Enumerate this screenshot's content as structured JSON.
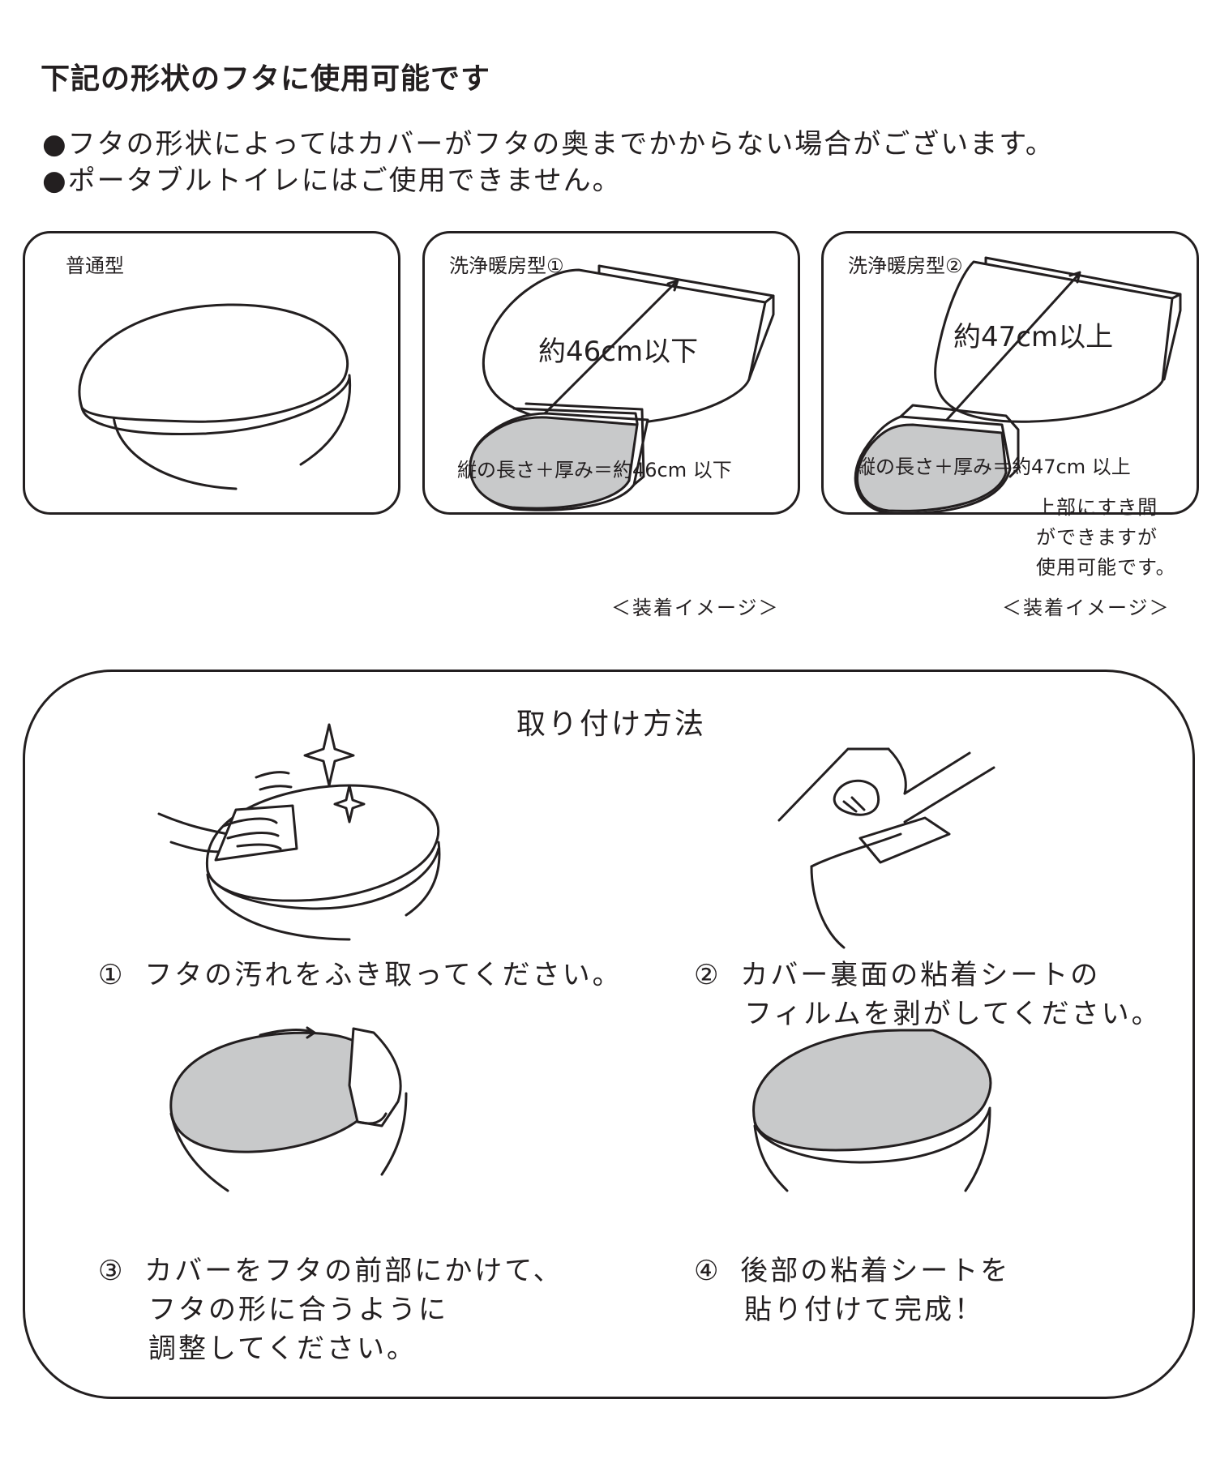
{
  "heading": "下記の形状のフタに使用可能です",
  "notes": [
    "●フタの形状によってはカバーがフタの奥までかからない場合がございます。",
    "●ポータブルトイレにはご使用できません。"
  ],
  "panels": [
    {
      "title": "普通型"
    },
    {
      "title": "洗浄暖房型①",
      "measure": "約46cm以下",
      "formula": "縦の長さ＋厚み＝約46cm 以下",
      "image_caption": "＜装着イメージ＞"
    },
    {
      "title": "洗浄暖房型②",
      "measure": "約47cm以上",
      "formula": "縦の長さ＋厚み＝約47cm 以上",
      "note_lines": [
        "上部にすき間",
        "ができますが",
        "使用可能です。"
      ],
      "image_caption": "＜装着イメージ＞"
    }
  ],
  "install": {
    "title": "取り付け方法",
    "steps": [
      {
        "num": "①",
        "lines": [
          "フタの汚れをふき取ってください。"
        ]
      },
      {
        "num": "②",
        "lines": [
          "カバー裏面の粘着シートの",
          "フィルムを剥がしてください。"
        ]
      },
      {
        "num": "③",
        "lines": [
          "カバーをフタの前部にかけて、",
          "フタの形に合うように",
          "調整してください。"
        ]
      },
      {
        "num": "④",
        "lines": [
          "後部の粘着シートを",
          "貼り付けて完成！"
        ]
      }
    ]
  },
  "colors": {
    "ink": "#231f20",
    "cover": "#c8c9ca"
  }
}
